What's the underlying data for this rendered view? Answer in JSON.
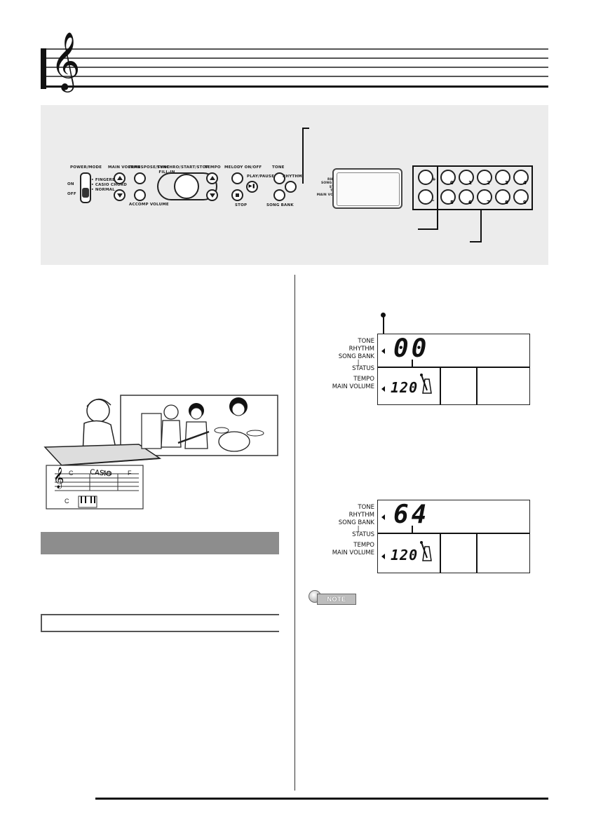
{
  "panel": {
    "power_mode": "POWER/MODE",
    "on": "ON",
    "off": "OFF",
    "fingered": "• FINGERED",
    "casio_chord": "• CASIO CHORD",
    "normal": "• NORMAL",
    "main_volume": "MAIN VOLUME",
    "transpose_tune": "TRANSPOSE/TUNE",
    "accomp_volume": "ACCOMP VOLUME",
    "synchro_fill_in": "SYNCHRO/ FILL-IN",
    "start_stop": "START/STOP",
    "tempo": "TEMPO",
    "melody_on_off": "MELODY ON/OFF",
    "play_pause": "PLAY/PAUSE",
    "stop": "STOP",
    "tone": "TONE",
    "rhythm": "RHYTHM",
    "song_bank": "SONG BANK",
    "display_labels": [
      "TONE",
      "RHYTHM",
      "SONG BANK",
      "STATUS",
      "TEMPO",
      "MAIN VOLUME"
    ],
    "plus": "+",
    "minus": "–",
    "numbers_top": [
      "0",
      "1",
      "2",
      "3",
      "4"
    ],
    "numbers_bottom": [
      "5",
      "6",
      "7",
      "8",
      "9"
    ]
  },
  "lcd1": {
    "labels": {
      "tone": "TONE",
      "rhythm": "RHYTHM",
      "song_bank": "SONG BANK",
      "status": "STATUS",
      "tempo": "TEMPO",
      "main_volume": "MAIN VOLUME"
    },
    "number": "00",
    "tempo_value": "120"
  },
  "lcd2": {
    "labels": {
      "tone": "TONE",
      "rhythm": "RHYTHM",
      "song_bank": "SONG BANK",
      "status": "STATUS",
      "tempo": "TEMPO",
      "main_volume": "MAIN VOLUME"
    },
    "number": "64",
    "tempo_value": "120"
  },
  "illustration": {
    "brand": "CASIO",
    "chord_c": "C",
    "chord_am": "Am",
    "chord_f": "F",
    "bass_c": "C"
  },
  "note_badge": "NOTE"
}
